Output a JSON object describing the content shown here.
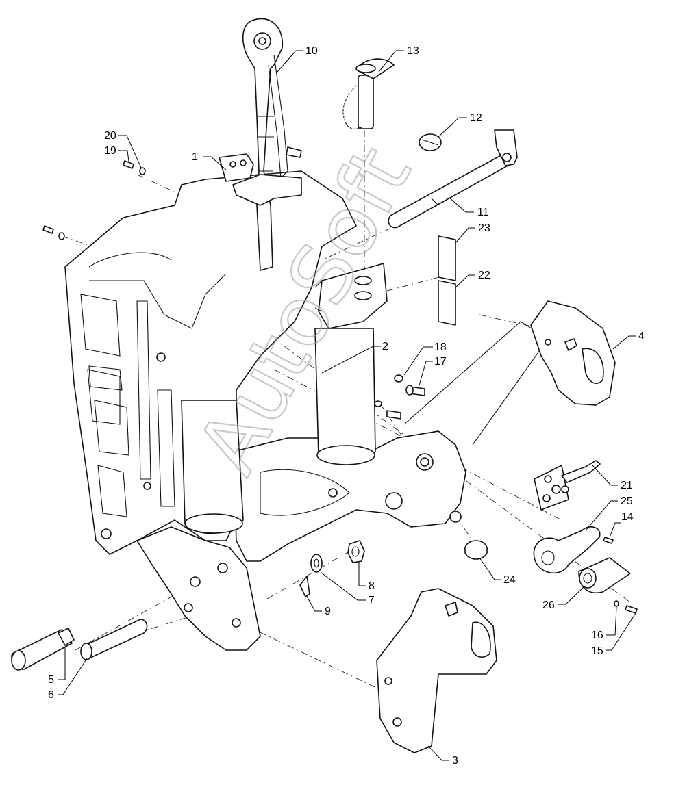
{
  "watermark": "AutoSoft",
  "callouts": [
    "1",
    "2",
    "3",
    "4",
    "5",
    "6",
    "7",
    "8",
    "9",
    "10",
    "11",
    "12",
    "13",
    "14",
    "15",
    "16",
    "17",
    "18",
    "19",
    "20",
    "21",
    "22",
    "23",
    "24",
    "25",
    "26"
  ]
}
